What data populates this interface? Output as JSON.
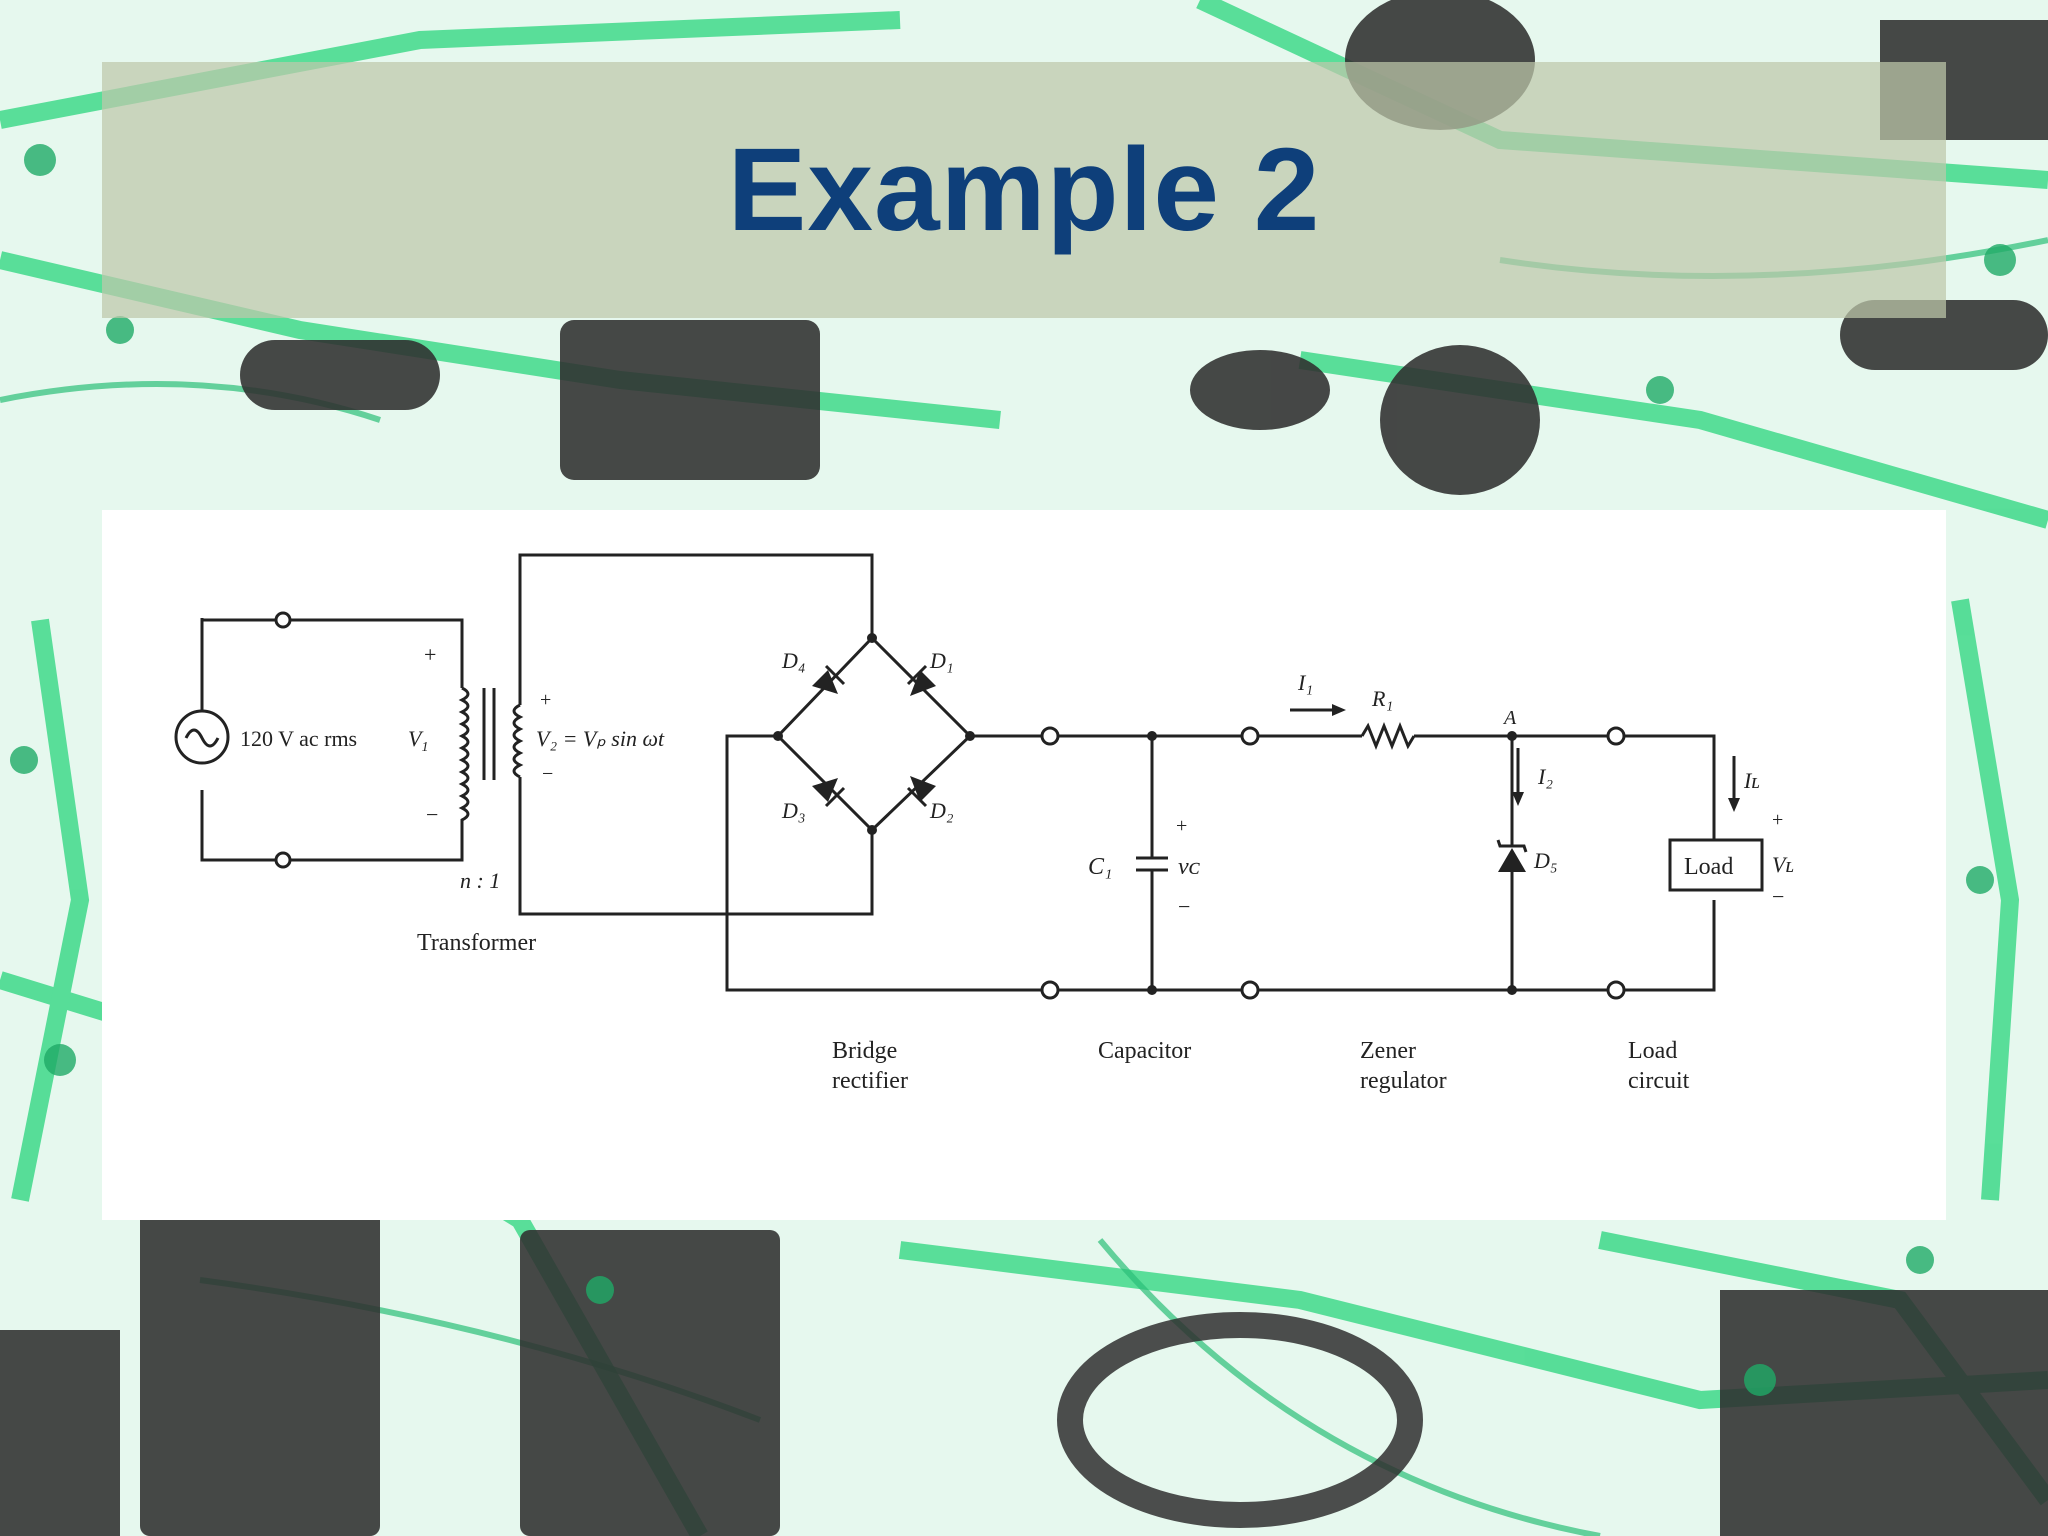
{
  "slide": {
    "title": "Example 2"
  },
  "circuit": {
    "source": "120 V ac rms",
    "v1": "V",
    "v1_sub": "1",
    "v2_expr": "V₂ = Vₚ sin ωt",
    "plus": "+",
    "minus": "−",
    "turns_ratio": "n : 1",
    "transformer_label": "Transformer",
    "d1": "D₁",
    "d2": "D₂",
    "d3": "D₃",
    "d4": "D₄",
    "d5": "D₅",
    "i1": "I₁",
    "i2": "I₂",
    "il": "Iʟ",
    "r1": "R₁",
    "node_a": "A",
    "c1": "C₁",
    "vc": "vᴄ",
    "load": "Load",
    "vl": "Vʟ",
    "bridge_label_1": "Bridge",
    "bridge_label_2": "rectifier",
    "capacitor_label": "Capacitor",
    "zener_label_1": "Zener",
    "zener_label_2": "regulator",
    "load_label_1": "Load",
    "load_label_2": "circuit"
  }
}
